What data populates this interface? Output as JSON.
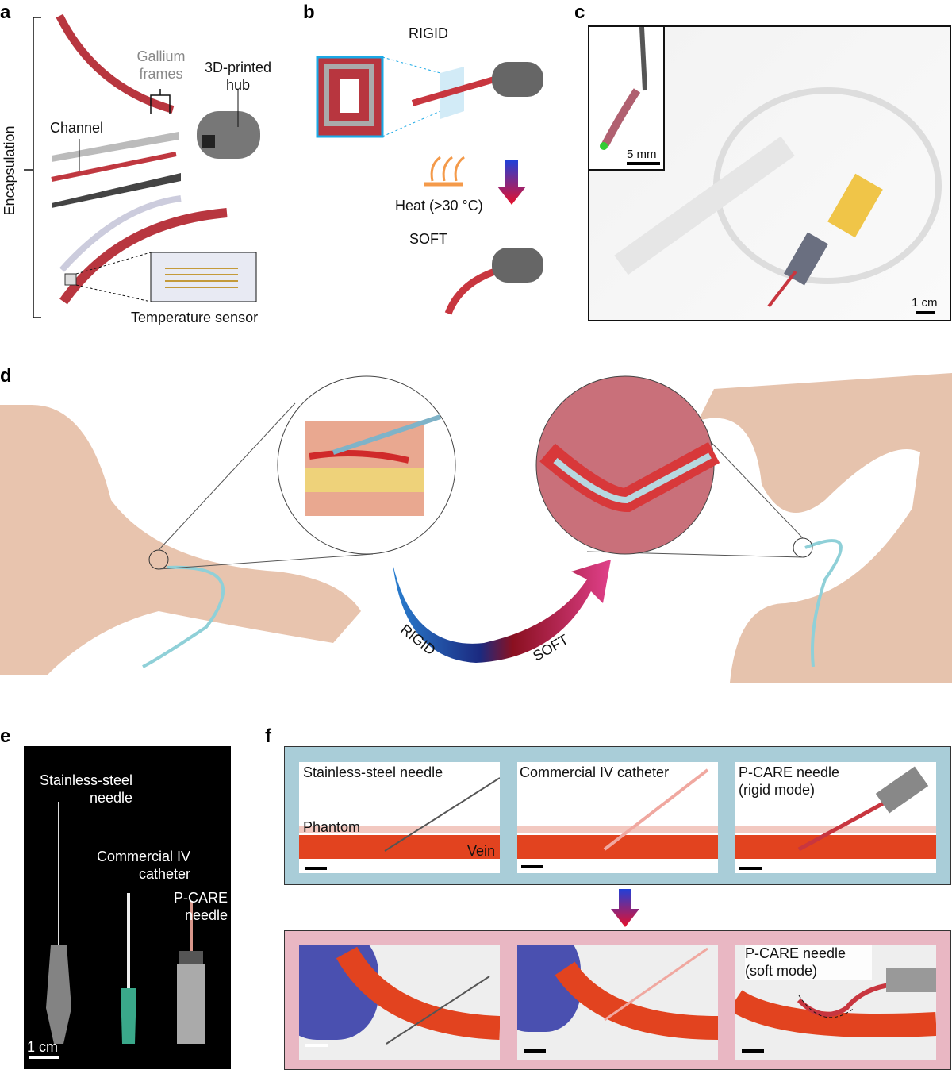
{
  "panels": {
    "a": "a",
    "b": "b",
    "c": "c",
    "d": "d",
    "e": "e",
    "f": "f"
  },
  "a": {
    "encapsulation": "Encapsulation",
    "gallium": "Gallium frames",
    "hub": "3D-printed hub",
    "channel": "Channel",
    "sensor": "Temperature sensor"
  },
  "b": {
    "rigid": "RIGID",
    "heat": "Heat (>30 °C)",
    "soft": "SOFT"
  },
  "c": {
    "inset_scale": "5 mm",
    "scale": "1 cm"
  },
  "d": {
    "rigid": "RIGID",
    "soft": "SOFT"
  },
  "e": {
    "steel": "Stainless-steel needle",
    "iv": "Commercial IV catheter",
    "pcare": "P-CARE needle",
    "scale": "1 cm"
  },
  "f": {
    "top": [
      "Stainless-steel needle",
      "Commercial IV catheter",
      "P-CARE needle (rigid mode)"
    ],
    "phantom": "Phantom",
    "vein": "Vein",
    "bottom_label": "P-CARE needle (soft mode)"
  },
  "colors": {
    "top_frame": "#a9cdd8",
    "bottom_frame": "#e9b7c3",
    "vein": "#e2431f",
    "device": "#b8363f",
    "arrow_top": "#2140d8",
    "arrow_bottom": "#e8102a"
  }
}
